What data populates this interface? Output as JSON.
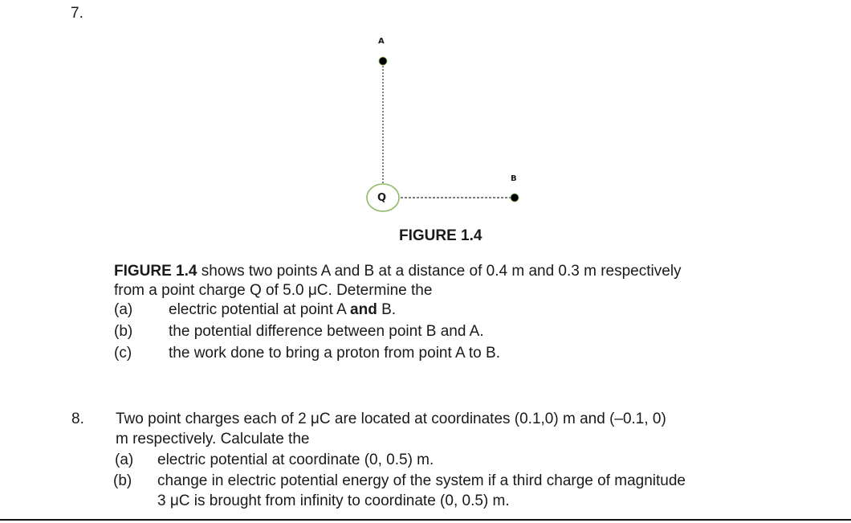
{
  "question7": {
    "number": "7.",
    "figure": {
      "label_a": "A",
      "label_b": "B",
      "label_q": "Q",
      "caption": "FIGURE 1.4",
      "circle_color": "#8dbb63",
      "dot_color": "#000000",
      "line_color": "#555555"
    },
    "intro_bold": "FIGURE 1.4",
    "intro_line1_rest": " shows two points A and B at a distance of 0.4 m and 0.3 m respectively",
    "intro_line2": "from a point charge Q of 5.0 μC. Determine the",
    "parts": [
      {
        "label": "(a)",
        "text_pre": "electric potential at point A ",
        "text_bold": "and",
        "text_post": " B."
      },
      {
        "label": "(b)",
        "text": "the potential difference between point B and A."
      },
      {
        "label": "(c)",
        "text": "the work done to bring a proton from point A to B."
      }
    ]
  },
  "question8": {
    "number": "8.",
    "line1": "Two point charges each of 2 μC are located at coordinates (0.1,0) m and (–0.1, 0)",
    "line2": "m respectively. Calculate the",
    "parts": [
      {
        "label": "(a)",
        "text": "electric potential at coordinate (0, 0.5) m."
      },
      {
        "label": "(b)",
        "text": "change in electric potential energy of the system if a third charge of magnitude",
        "text2": "3 μC is brought from infinity to coordinate (0, 0.5) m."
      }
    ]
  }
}
